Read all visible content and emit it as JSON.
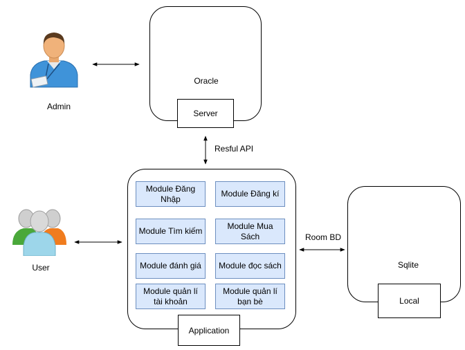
{
  "actors": {
    "admin": {
      "label": "Admin",
      "icon": "admin-user-icon"
    },
    "user": {
      "label": "User",
      "icon": "user-group-icon"
    }
  },
  "server": {
    "db_label": "Oracle",
    "box_label": "Server"
  },
  "application": {
    "box_label": "Application",
    "modules": [
      "Module Đăng Nhập",
      "Module Đăng kí",
      "Module Tìm kiếm",
      "Module Mua Sách",
      "Module đánh giá",
      "Module đọc sách",
      "Module quản lí tài khoản",
      "Module quản lí bạn bè"
    ]
  },
  "local": {
    "db_label": "Sqlite",
    "box_label": "Local"
  },
  "connections": {
    "server_app": "Resful API",
    "app_local": "Room BD"
  },
  "colors": {
    "module_fill": "#dae8fc",
    "module_border": "#6c8ebf",
    "line": "#000000"
  }
}
